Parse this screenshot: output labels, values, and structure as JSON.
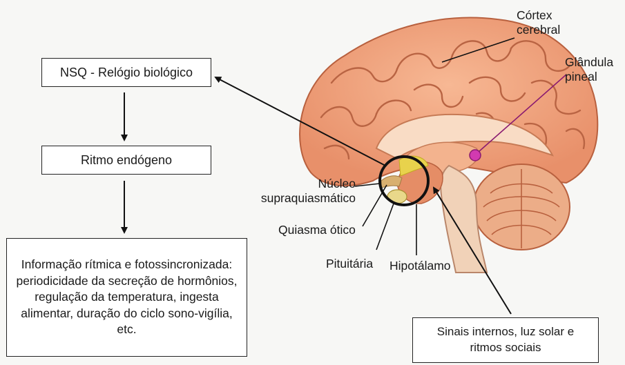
{
  "boxes": {
    "nsq": "NSQ - Relógio biológico",
    "ritmo": "Ritmo endógeno",
    "info": "Informação rítmica e fotossincronizada: periodicidade da secreção de hormônios, regulação da temperatura, ingesta alimentar, duração do ciclo sono-vigília, etc.",
    "sinais": "Sinais internos, luz solar e ritmos sociais"
  },
  "labels": {
    "cortex_line1": "Córtex",
    "cortex_line2": "cerebral",
    "pineal_line1": "Glândula",
    "pineal_line2": "pineal",
    "nucleo_line1": "Núcleo",
    "nucleo_line2": "supraquiasmático",
    "quiasma": "Quiasma ótico",
    "pituitaria": "Pituitária",
    "hipotalamo": "Hipotálamo"
  },
  "colors": {
    "cortex": "#f1a47c",
    "cortex_dark": "#c9704b",
    "inner": "#f5c7a8",
    "cerebellum": "#e9a37f",
    "brainstem": "#eccbb0",
    "pineal": "#d23ab0",
    "nsq_highlight": "#e9d04a",
    "circle": "#111111",
    "arrow": "#111111"
  }
}
